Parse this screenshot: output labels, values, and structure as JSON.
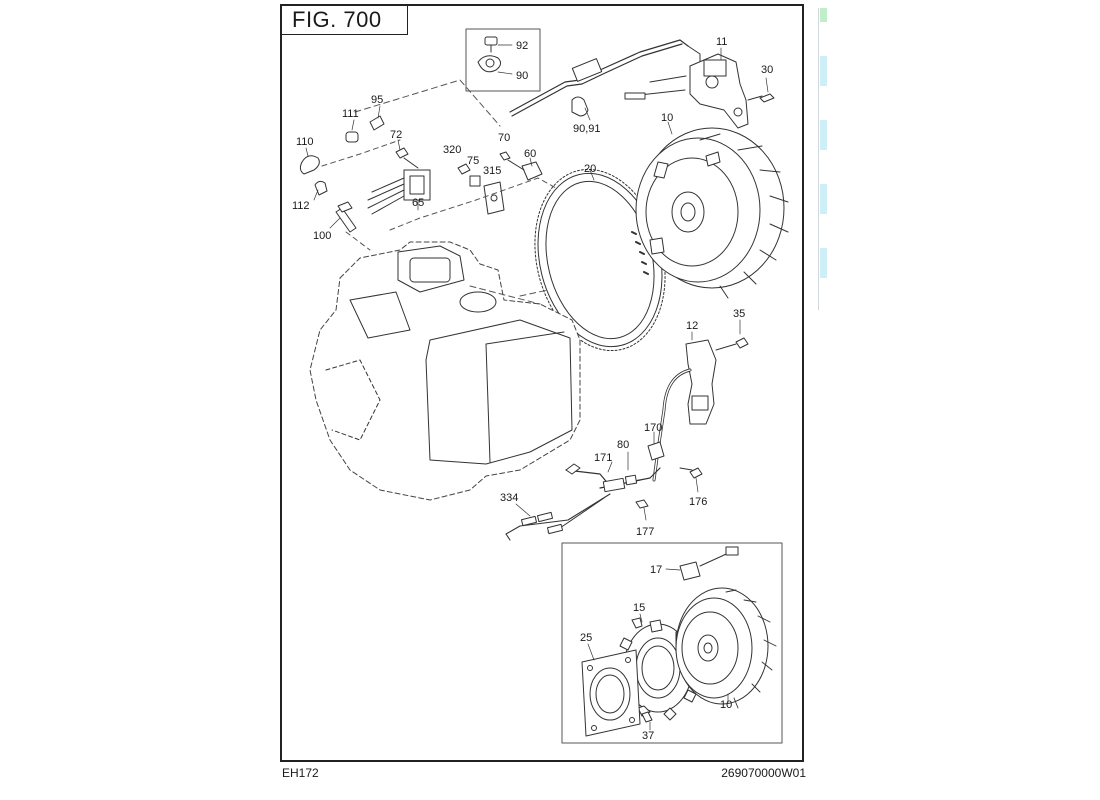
{
  "figure": {
    "title": "FIG.  700"
  },
  "footer": {
    "model": "EH172",
    "doc_number": "269070000W01"
  },
  "callouts": {
    "c92": "92",
    "c90": "90",
    "c9091": "90,91",
    "c11": "11",
    "c30": "30",
    "c111": "111",
    "c95": "95",
    "c110": "110",
    "c72": "72",
    "c320": "320",
    "c75": "75",
    "c70": "70",
    "c60": "60",
    "c315": "315",
    "c112": "112",
    "c65": "65",
    "c100": "100",
    "c20": "20",
    "c10top": "10",
    "c12": "12",
    "c35": "35",
    "c170": "170",
    "c80": "80",
    "c171": "171",
    "c176": "176",
    "c334": "334",
    "c177": "177",
    "c17": "17",
    "c15": "15",
    "c25": "25",
    "c10bot": "10",
    "c37": "37"
  },
  "colors": {
    "line": "#333333",
    "accent_green": "#bfeec8",
    "accent_cyan": "#cdeff5"
  }
}
